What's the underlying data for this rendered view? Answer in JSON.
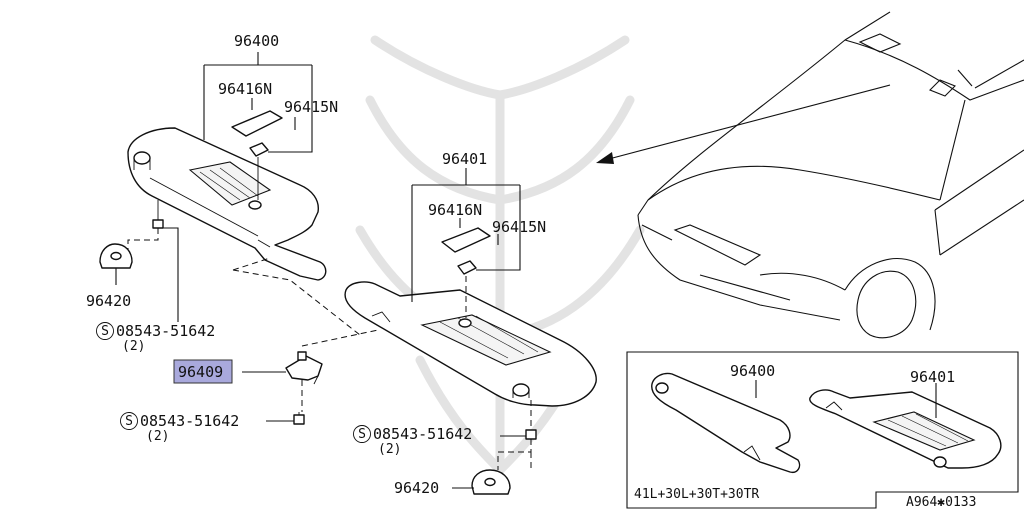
{
  "labels": {
    "sun_visor_assy_lh": "96400",
    "sun_visor_assy_rh": "96401",
    "mirror_lid": "96416N",
    "mirror_clip": "96415N",
    "visor_holder": "96420",
    "visor_bracket": "96409",
    "screw": "08543-51642",
    "screw_qty": "(2)",
    "screw_symbol": "S"
  },
  "inset": {
    "part_lh": "96400",
    "part_rh": "96401",
    "note": "41L+30L+30T+30TR"
  },
  "diagram_code": "A964✱0133",
  "colors": {
    "highlight": "#a9a9dc",
    "line": "#111111",
    "watermark": "#e3e3e3"
  }
}
